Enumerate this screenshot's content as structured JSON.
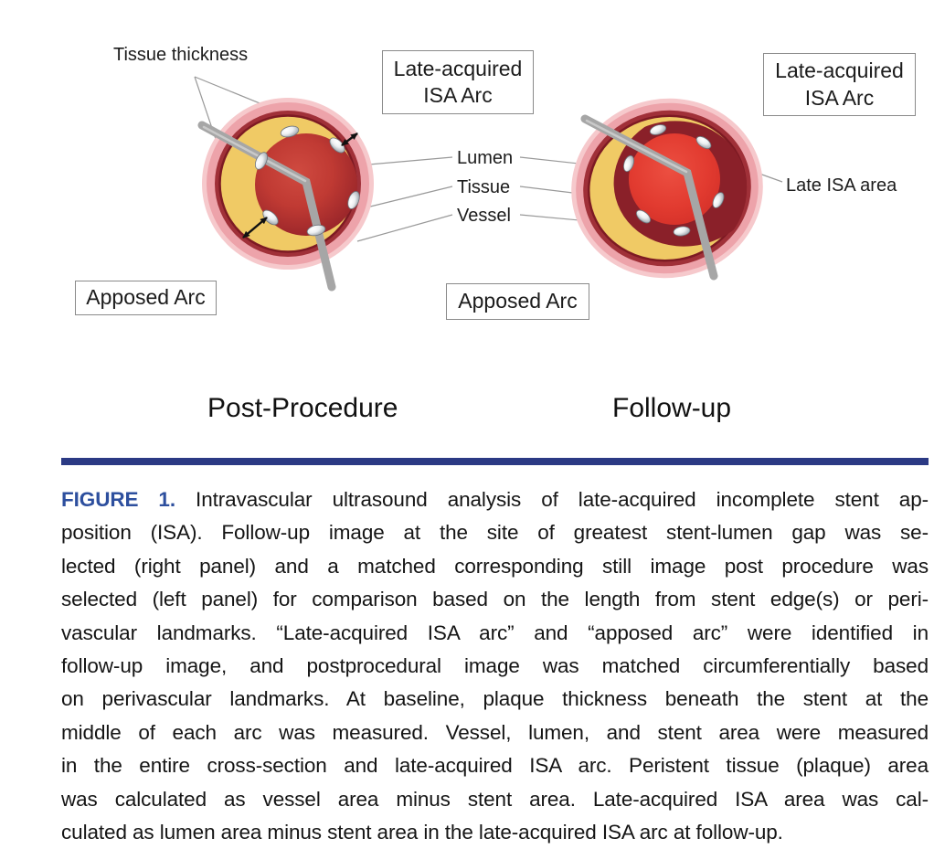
{
  "figure": {
    "left_panel": {
      "title": "Post-Procedure",
      "tissue_thickness_label": "Tissue thickness",
      "apposed_arc_label": "Apposed Arc",
      "isa_arc_box": {
        "line1": "Late-acquired",
        "line2": "ISA Arc"
      }
    },
    "right_panel": {
      "title": "Follow-up",
      "late_isa_area_label": "Late ISA area",
      "apposed_arc_label": "Apposed Arc",
      "isa_arc_box": {
        "line1": "Late-acquired",
        "line2": "ISA Arc"
      }
    },
    "shared_labels": {
      "lumen": "Lumen",
      "tissue": "Tissue",
      "vessel": "Vessel"
    }
  },
  "caption": {
    "figure_label": "FIGURE 1.",
    "first_line_rest": "Intravascular ultrasound analysis of late-acquired incomplete stent ap-",
    "lines": [
      "position (ISA). Follow-up image at the site of greatest stent-lumen gap was se-",
      "lected (right panel) and a matched corresponding still image post procedure was",
      "selected (left panel) for comparison based on the length from stent edge(s) or peri-",
      "vascular landmarks. “Late-acquired ISA arc” and “apposed arc” were identified in",
      "follow-up image, and postprocedural image was matched circumferentially based",
      "on perivascular landmarks. At baseline, plaque thickness beneath the stent at the",
      "middle of each arc was measured. Vessel, lumen, and stent area were measured",
      "in the entire cross-section and late-acquired ISA arc. Peristent tissue (plaque) area",
      "was calculated as vessel area minus stent area. Late-acquired ISA area was cal-",
      "culated as lumen area minus stent area in the late-acquired ISA arc at follow-up."
    ]
  },
  "colors": {
    "accent": "#2d4f9e",
    "rule": "#2b3a84",
    "pink_glow": "#f6c9cc",
    "pink": "#eda3aa",
    "ring_red": "#a03038",
    "ring_inner_line": "#7d1a23",
    "tissue_yellow": "#f0ca65",
    "lumen_red_center": "#cf4a40",
    "lumen_red_edge": "#8d1f27",
    "followup_red": "#e23b30",
    "isa_maroon": "#8a2029",
    "wire_gray": "#a6a6a6",
    "leader_gray": "#999999",
    "text_dark": "#1c1c1c",
    "box_border": "#8a8a8a"
  }
}
